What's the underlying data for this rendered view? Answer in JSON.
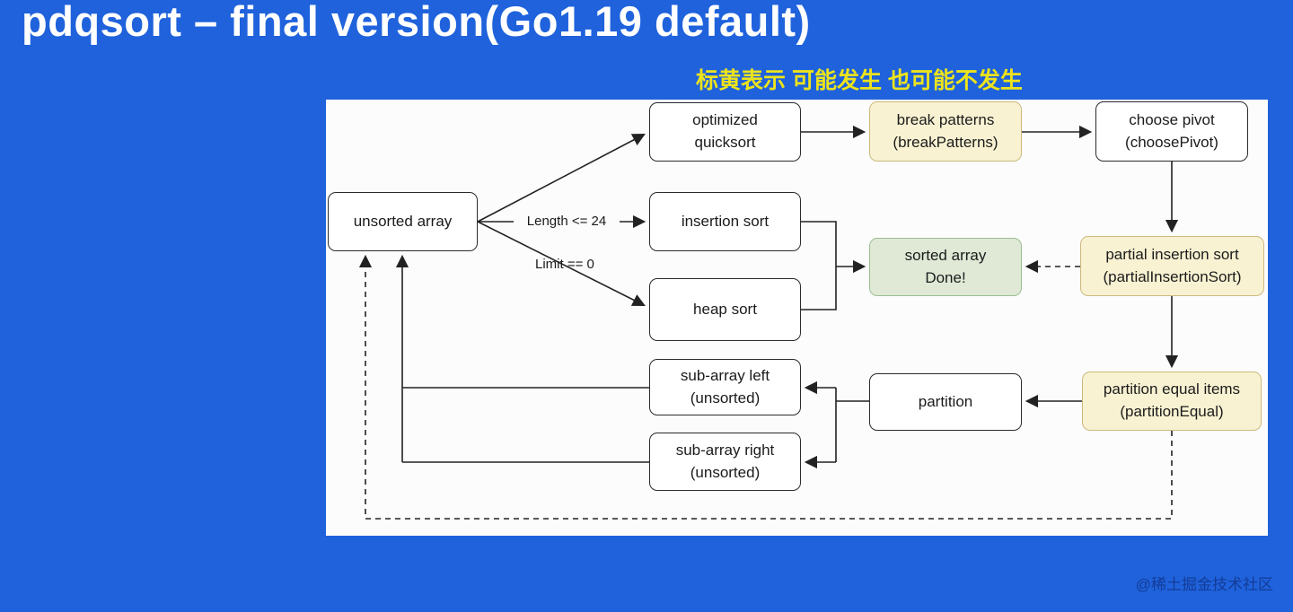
{
  "title": "pdqsort – final version(Go1.19 default)",
  "annotation": "标黄表示 可能发生 也可能不发生",
  "watermark": "@稀土掘金技术社区",
  "colors": {
    "background": "#1f62dc",
    "title_text": "#ffffff",
    "annotation_text": "#ece31c",
    "panel": "#fcfcfc",
    "node_border": "#2b2b2b",
    "highlight_fill": "#f8f2d2",
    "highlight_border": "#cdb97e",
    "done_fill": "#dfe9d6",
    "done_border": "#9cbe92",
    "connector": "#222222"
  },
  "diagram": {
    "nodes": {
      "unsorted": {
        "line1": "unsorted array"
      },
      "optimized": {
        "line1": "optimized quicksort"
      },
      "break": {
        "line1": "break patterns",
        "line2": "(breakPatterns)",
        "highlighted": true
      },
      "choose": {
        "line1": "choose pivot",
        "line2": "(choosePivot)"
      },
      "insertion": {
        "line1": "insertion sort"
      },
      "heap": {
        "line1": "heap sort"
      },
      "sorted": {
        "line1": "sorted array",
        "line2": "Done!",
        "done": true
      },
      "partialins": {
        "line1": "partial insertion sort",
        "line2": "(partialInsertionSort)",
        "highlighted": true
      },
      "subleft": {
        "line1": "sub-array left",
        "line2": "(unsorted)"
      },
      "subright": {
        "line1": "sub-array right",
        "line2": "(unsorted)"
      },
      "partition": {
        "line1": "partition"
      },
      "partequal": {
        "line1": "partition equal items",
        "line2": "(partitionEqual)",
        "highlighted": true
      }
    },
    "edge_labels": {
      "length_cond": "Length <= 24",
      "limit_cond": "Limit == 0"
    }
  }
}
